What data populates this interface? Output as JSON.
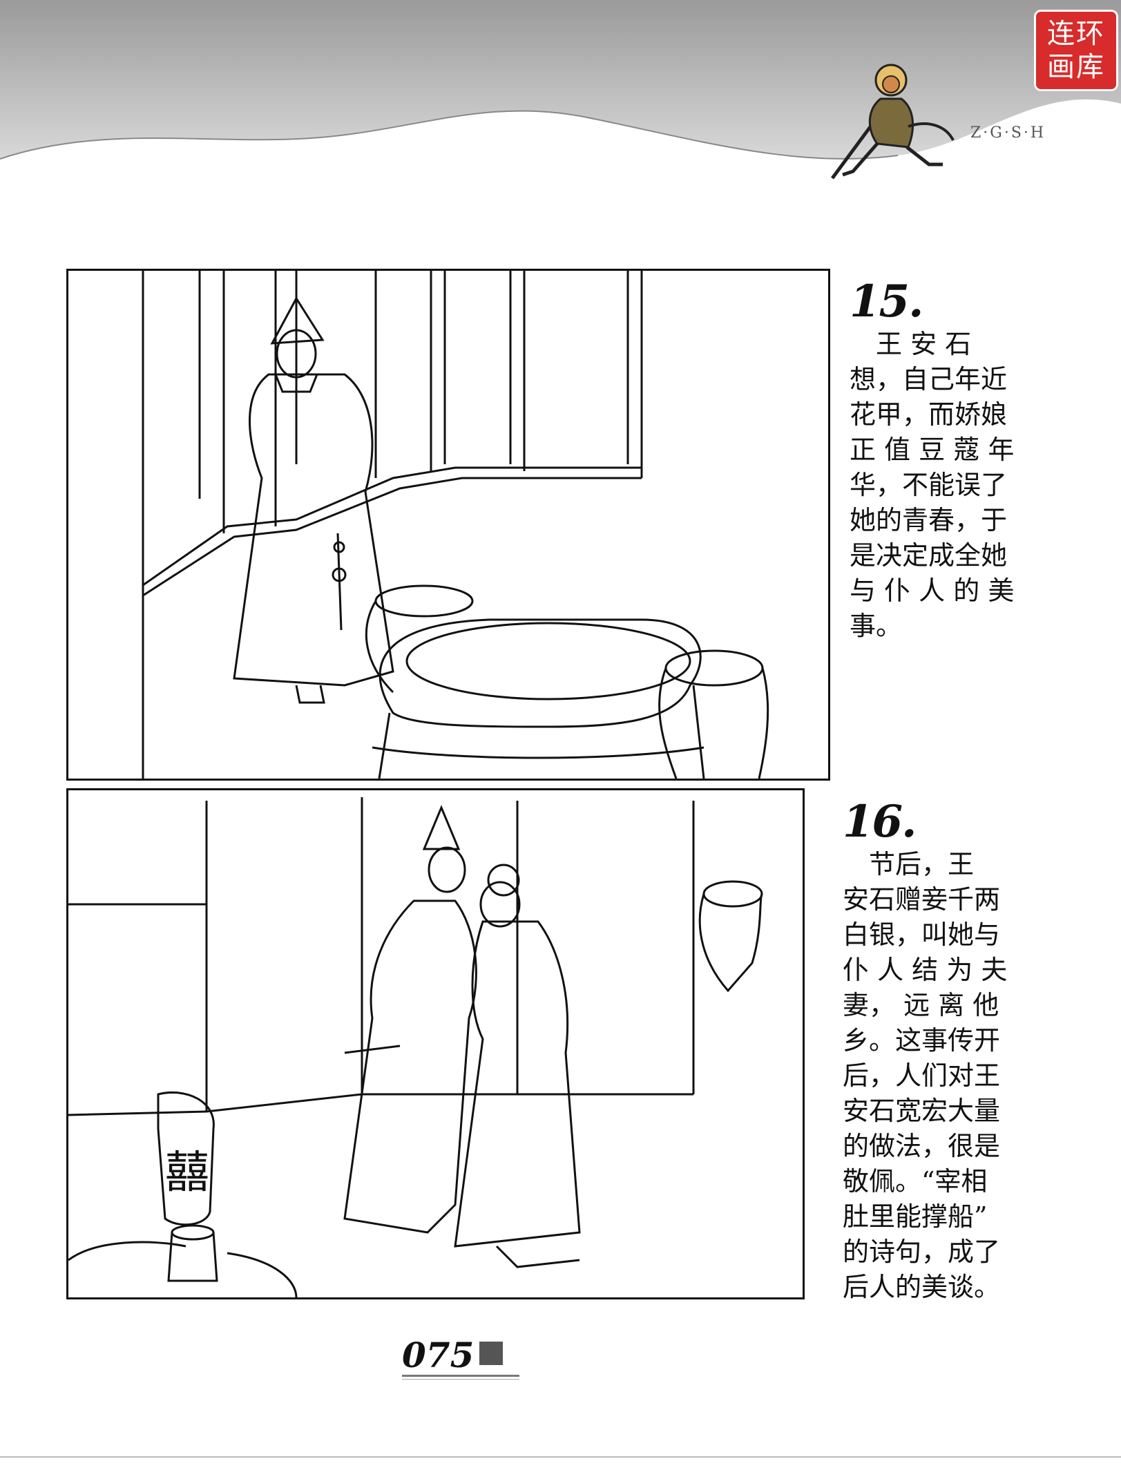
{
  "header": {
    "seal_line1": "连环",
    "seal_line2": "画库",
    "series_mark": "Z·G·S·H"
  },
  "panels": [
    {
      "number": "15.",
      "lines": [
        "　王 安 石",
        "想，自己年近",
        "花甲，而娇娘",
        "正 值 豆 蔻 年",
        "华，不能误了",
        "她的青春，于",
        "是决定成全她",
        "与 仆 人 的 美",
        "事。"
      ]
    },
    {
      "number": "16.",
      "lines": [
        "　节后，王",
        "安石赠妾千两",
        "白银，叫她与",
        "仆 人 结 为 夫",
        "妻， 远 离 他",
        "乡。这事传开",
        "后，人们对王",
        "安石宽宏大量",
        "的做法，很是",
        "敬佩。“宰相",
        "肚里能撑船”",
        "的诗句，成了",
        "后人的美谈。"
      ]
    }
  ],
  "panel16_character": "囍",
  "footer": {
    "page_number": "075"
  }
}
